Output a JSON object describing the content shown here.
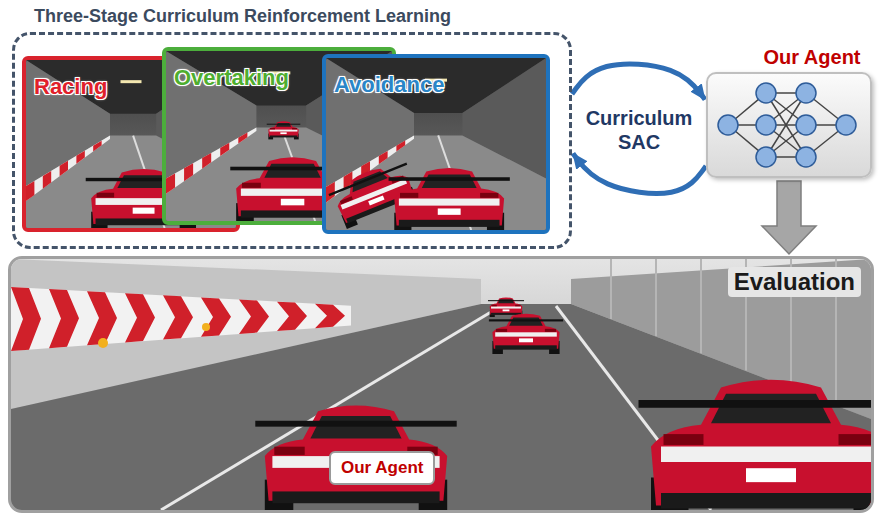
{
  "diagram": {
    "nodes": [
      {
        "text": [
          "Three-Stage Curriculum Reinforcement Learning"
        ]
      },
      {
        "text": [
          "Racing"
        ],
        "in": 0
      },
      {
        "text": [
          "Overtaking"
        ],
        "in": 0
      },
      {
        "text": [
          "Avoidance"
        ],
        "in": 0
      },
      {
        "text": [
          "Our Agent"
        ]
      },
      {
        "text": [
          "Evaluation"
        ]
      },
      {
        "text": [
          "Our Agent"
        ],
        "in": 5
      }
    ],
    "edges": [
      {
        "from": 0,
        "to": 4,
        "arrow": "to"
      },
      {
        "from": 4,
        "to": 0,
        "arrow": "to"
      },
      {
        "from": 4,
        "to": 5,
        "arrow": "to"
      }
    ],
    "labels": [
      "Curriculum SAC"
    ]
  }
}
